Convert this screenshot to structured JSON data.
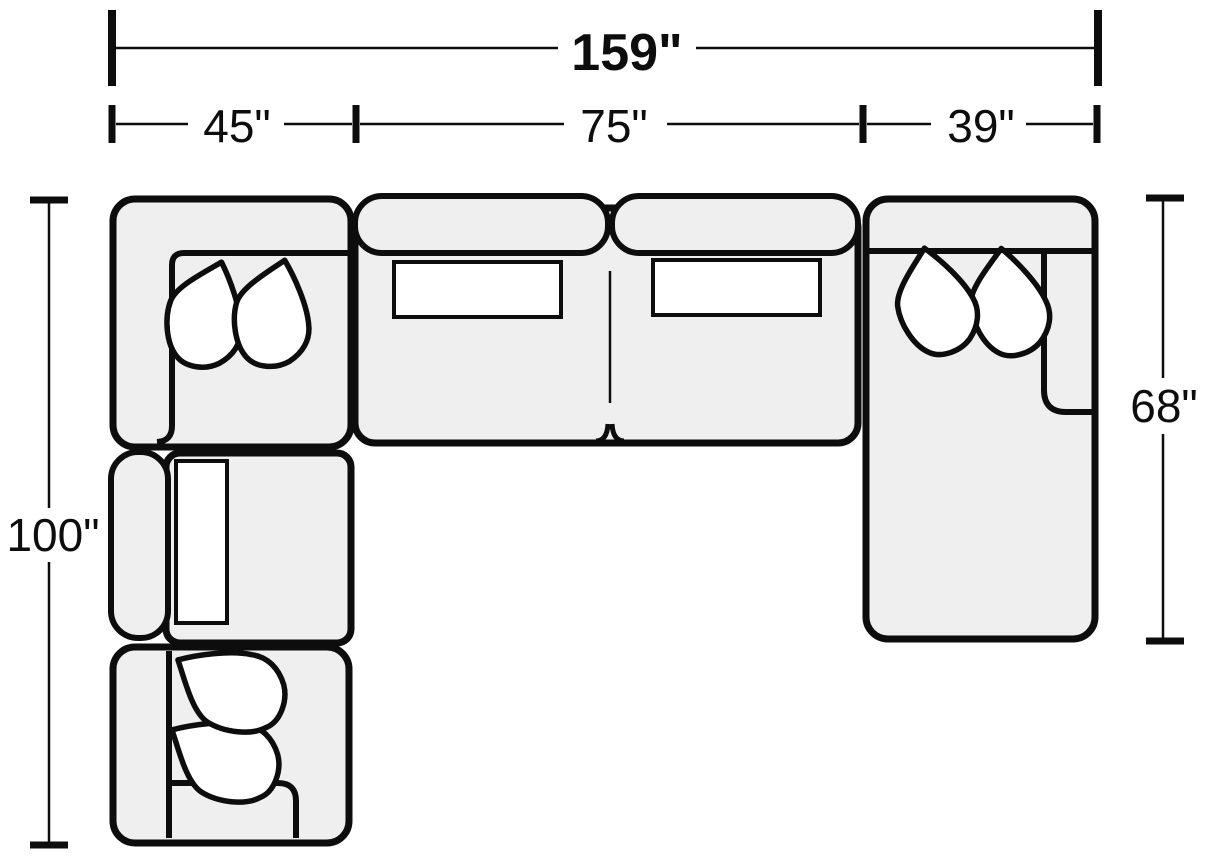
{
  "diagram": {
    "type": "sectional-sofa-top-view-floorplan",
    "dimensions": {
      "total_width": {
        "label": "159\""
      },
      "segments": [
        {
          "label": "45\""
        },
        {
          "label": "75\""
        },
        {
          "label": "39\""
        }
      ],
      "left_depth": {
        "label": "100\""
      },
      "right_depth": {
        "label": "68\""
      }
    },
    "colors": {
      "outline": "#0d0d0d",
      "upholstery_fill": "#efefef",
      "pillow_fill": "#ffffff",
      "background": "#ffffff"
    }
  }
}
